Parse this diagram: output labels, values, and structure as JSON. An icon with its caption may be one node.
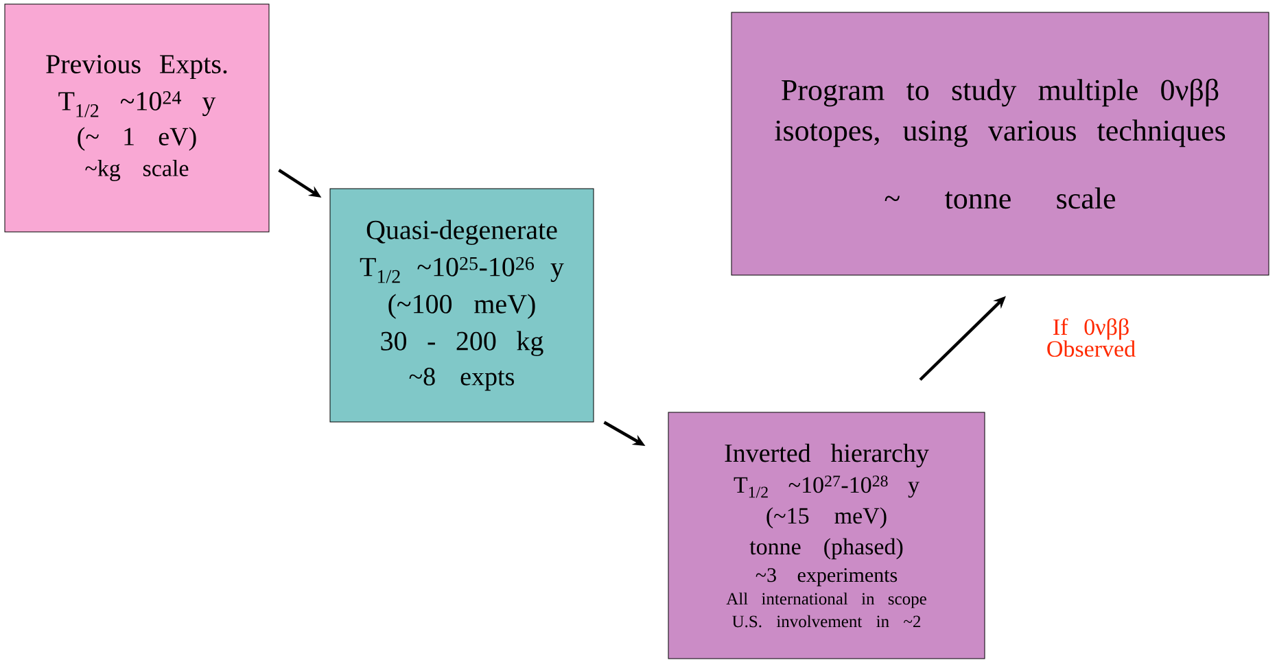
{
  "diagram": {
    "nodes": [
      {
        "text": [
          "Previous Expts.",
          "T$_{1/2}$ ~10$^{24}$ y",
          "(~ 1 eV)",
          "~kg scale"
        ]
      },
      {
        "text": [
          "Quasi-degenerate",
          "T$_{1/2}$ ~10$^{25}$-10$^{26}$ y",
          "(~100 meV)",
          "30 - 200 kg",
          "~8 expts"
        ]
      },
      {
        "text": [
          "Inverted hierarchy",
          "T$_{1/2}$ ~10$^{27}$-10$^{28}$ y",
          "(~15 meV)",
          "tonne (phased)",
          "~3 experiments",
          "All international in scope",
          "U.S. involvement in ~2"
        ]
      },
      {
        "text": [
          "Program to study multiple 0νββ isotopes, using various techniques",
          "~ tonne scale"
        ]
      }
    ],
    "edges": [
      {
        "from": 0,
        "to": 1,
        "arrow": "to"
      },
      {
        "from": 1,
        "to": 2,
        "arrow": "to"
      },
      {
        "from": 2,
        "to": 3,
        "arrow": "to",
        "label": "If 0νββ Observed"
      }
    ]
  }
}
